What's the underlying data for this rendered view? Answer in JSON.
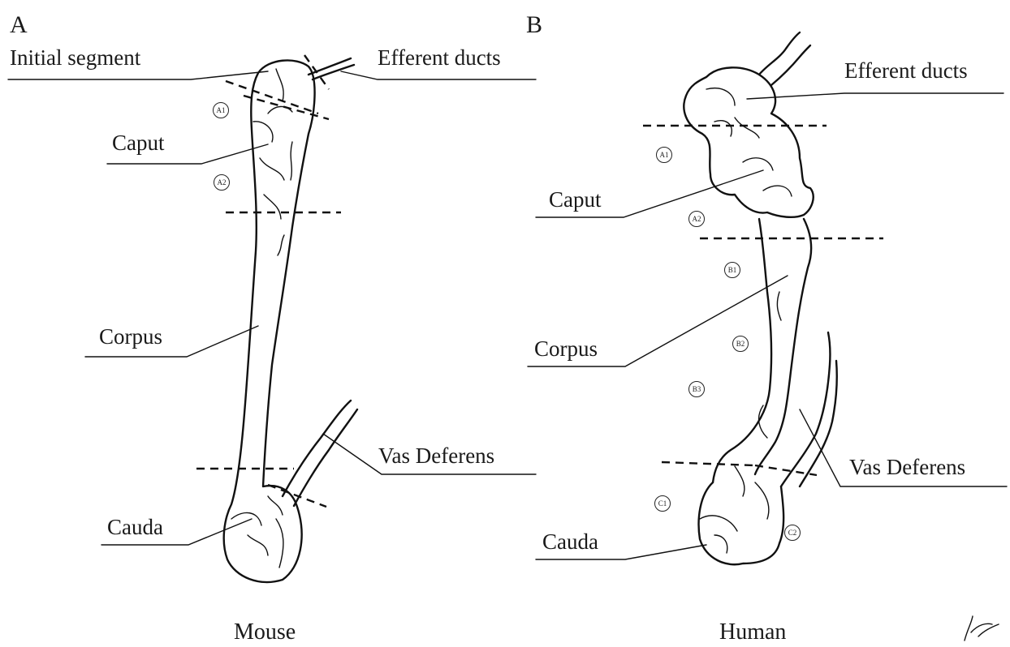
{
  "panels": {
    "a": {
      "letter": "A",
      "species": "Mouse"
    },
    "b": {
      "letter": "B",
      "species": "Human"
    }
  },
  "mouse_labels": {
    "initial_segment": "Initial segment",
    "efferent_ducts": "Efferent ducts",
    "caput": "Caput",
    "corpus": "Corpus",
    "vas_deferens": "Vas Deferens",
    "cauda": "Cauda"
  },
  "mouse_regions": [
    "A1",
    "A2"
  ],
  "human_labels": {
    "efferent_ducts": "Efferent ducts",
    "caput": "Caput",
    "corpus": "Corpus",
    "vas_deferens": "Vas Deferens",
    "cauda": "Cauda"
  },
  "human_regions": [
    "A1",
    "A2",
    "B1",
    "B2",
    "B3",
    "C1",
    "C2"
  ],
  "signature_icon": "artist-signature"
}
